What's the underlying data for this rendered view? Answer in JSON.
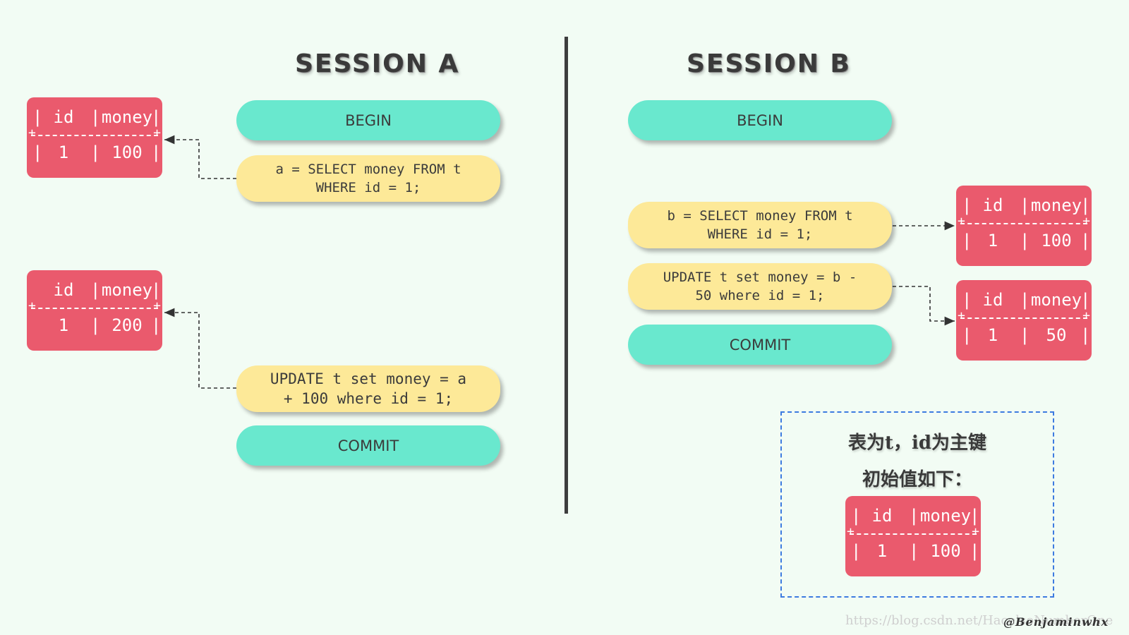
{
  "session_a": {
    "title": "SESSION A",
    "begin": "BEGIN",
    "select_stmt": "a = SELECT money FROM t\nWHERE id = 1;",
    "update_stmt": "UPDATE t set money = a\n+ 100 where id = 1;",
    "commit": "COMMIT",
    "table_select": {
      "header": [
        "id",
        "money"
      ],
      "row": [
        "1",
        "100"
      ]
    },
    "table_update": {
      "header": [
        "id",
        "money"
      ],
      "row": [
        "1",
        "200"
      ]
    }
  },
  "session_b": {
    "title": "SESSION B",
    "begin": "BEGIN",
    "select_stmt": "b = SELECT money FROM t\nWHERE id = 1;",
    "update_stmt": "UPDATE t set money = b -\n50 where id = 1;",
    "commit": "COMMIT",
    "table_select": {
      "header": [
        "id",
        "money"
      ],
      "row": [
        "1",
        "100"
      ]
    },
    "table_update": {
      "header": [
        "id",
        "money"
      ],
      "row": [
        "1",
        "50"
      ]
    }
  },
  "note": {
    "line1": "表为t，id为主键",
    "line2": "初始值如下：",
    "table": {
      "header": [
        "id",
        "money"
      ],
      "row": [
        "1",
        "100"
      ]
    }
  },
  "watermark": "https://blog.csdn.net/HacelsoNumberOne",
  "credit": "@Benjaminwhx",
  "colors": {
    "background": "#f2fcf4",
    "teal_pill": "#69e8ce",
    "yellow_pill": "#fde998",
    "table_red": "#ea5a6d",
    "divider": "#3e3e3e",
    "note_border": "#3d7be0"
  }
}
